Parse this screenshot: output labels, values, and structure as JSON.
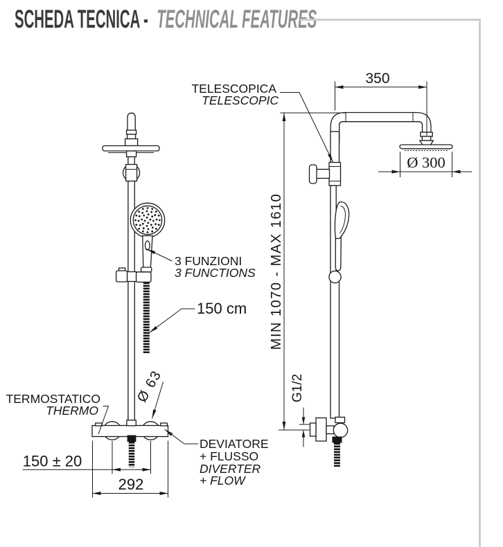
{
  "header": {
    "title_primary": "SCHEDA TECNICA -",
    "title_secondary": "TECHNICAL FEATURES"
  },
  "front_view_labels": {
    "functions_line1": "3 FUNZIONI",
    "functions_line2": "3 FUNCTIONS",
    "hose_length": "150 cm",
    "thermostatic_line1": "TERMOSTATICO",
    "thermostatic_line2": "THERMO",
    "diverter_line1": "DEVIATORE",
    "diverter_line2": "+ FLUSSO",
    "diverter_line3": "DIVERTER",
    "diverter_line4": "+ FLOW",
    "knob_diameter": "Ø 63",
    "inlet_spacing": "150 ± 20",
    "body_width": "292"
  },
  "side_view_labels": {
    "telescopic_line1": "TELESCOPICA",
    "telescopic_line2": "TELESCOPIC",
    "arm_length": "350",
    "head_diameter": "Ø 300",
    "height_range": "MIN 1070 - MAX 1610",
    "inlet_thread": "G1/2"
  },
  "colors": {
    "ink": "#1a1a1a",
    "frame_line": "#cccdce",
    "title_primary": "#3a3a3c",
    "title_secondary": "#8e8f92"
  }
}
